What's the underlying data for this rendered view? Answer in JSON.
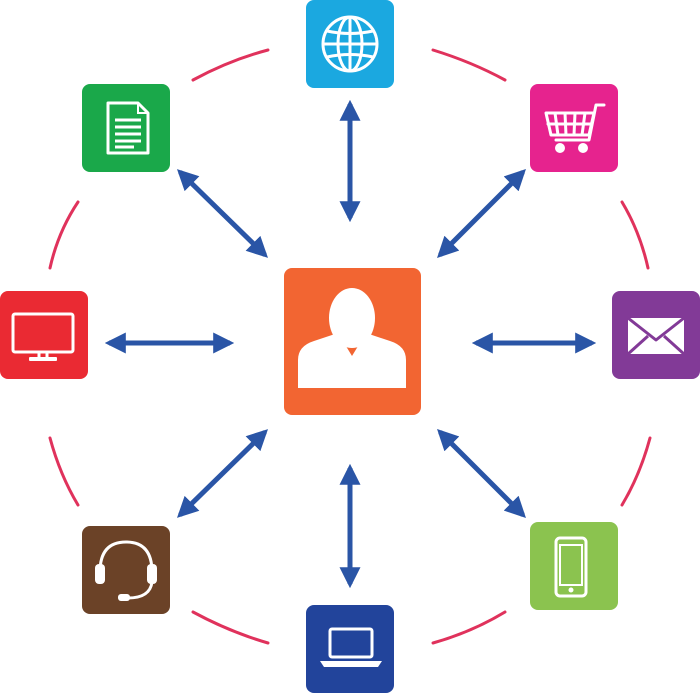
{
  "diagram": {
    "center": {
      "icon": "user-icon",
      "color": "#f26532"
    },
    "nodes": [
      {
        "id": "globe",
        "icon": "globe-icon",
        "color": "#1ba8e0"
      },
      {
        "id": "cart",
        "icon": "shopping-cart-icon",
        "color": "#e6238e"
      },
      {
        "id": "mail",
        "icon": "envelope-icon",
        "color": "#823a97"
      },
      {
        "id": "phone",
        "icon": "smartphone-icon",
        "color": "#8bc34f"
      },
      {
        "id": "laptop",
        "icon": "laptop-icon",
        "color": "#22449b"
      },
      {
        "id": "support",
        "icon": "headset-icon",
        "color": "#6b4227"
      },
      {
        "id": "monitor",
        "icon": "monitor-icon",
        "color": "#ea2a33"
      },
      {
        "id": "document",
        "icon": "document-icon",
        "color": "#1aa84a"
      }
    ],
    "connector_color": "#2a55a6",
    "ring_color": "#e0325c"
  }
}
